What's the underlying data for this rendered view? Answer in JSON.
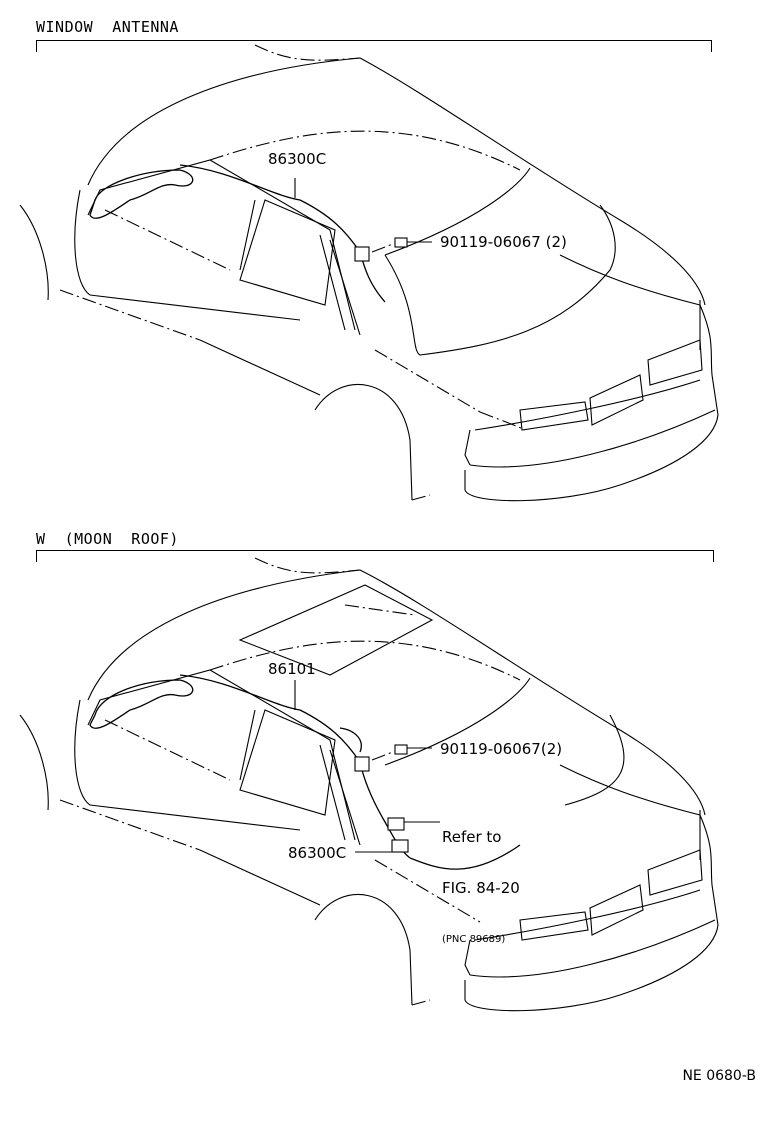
{
  "sections": [
    {
      "title": "WINDOW  ANTENNA",
      "labels": {
        "antenna": "86300C",
        "bolt": "90119-06067 (2)"
      }
    },
    {
      "title": "W  (MOON  ROOF)",
      "labels": {
        "harness": "86101",
        "bolt": "90119-06067(2)",
        "antenna": "86300C",
        "refer_line1": "Refer to",
        "refer_line2": "FIG. 84-20",
        "refer_pnc": "(PNC 89689)"
      }
    }
  ],
  "footer": {
    "code": "NE 0680-B"
  }
}
